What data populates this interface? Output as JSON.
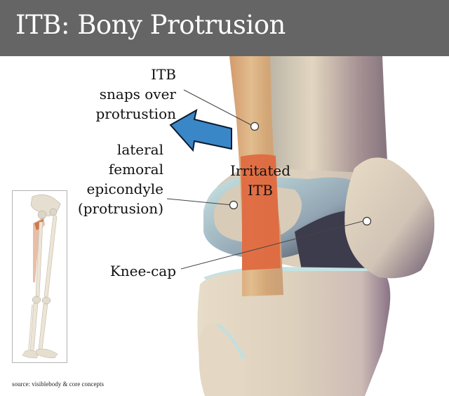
{
  "header": {
    "title": "ITB: Bony Protrusion",
    "background": "#656565",
    "text_color": "#ffffff"
  },
  "labels": {
    "itb_snaps": [
      "ITB",
      "snaps over",
      "protrustion"
    ],
    "epicondyle": [
      "lateral",
      "femoral",
      "epicondyle",
      "(protrusion)"
    ],
    "irritated_itb": [
      "Irritated",
      "ITB"
    ],
    "kneecap": "Knee-cap"
  },
  "arrow": {
    "direction": "left-up",
    "fill": "#3a87c8",
    "stroke": "#0d1a2e"
  },
  "colors": {
    "itb_band": "#d9a779",
    "irritated_itb": "#e0683f",
    "bone": "#ddd0bc",
    "cartilage": "#b8dcdc"
  },
  "thumbnail": {
    "description": "skeleton-legs-with-itb-highlight"
  },
  "footer": {
    "source": "source: visiblebody & core concepts"
  }
}
